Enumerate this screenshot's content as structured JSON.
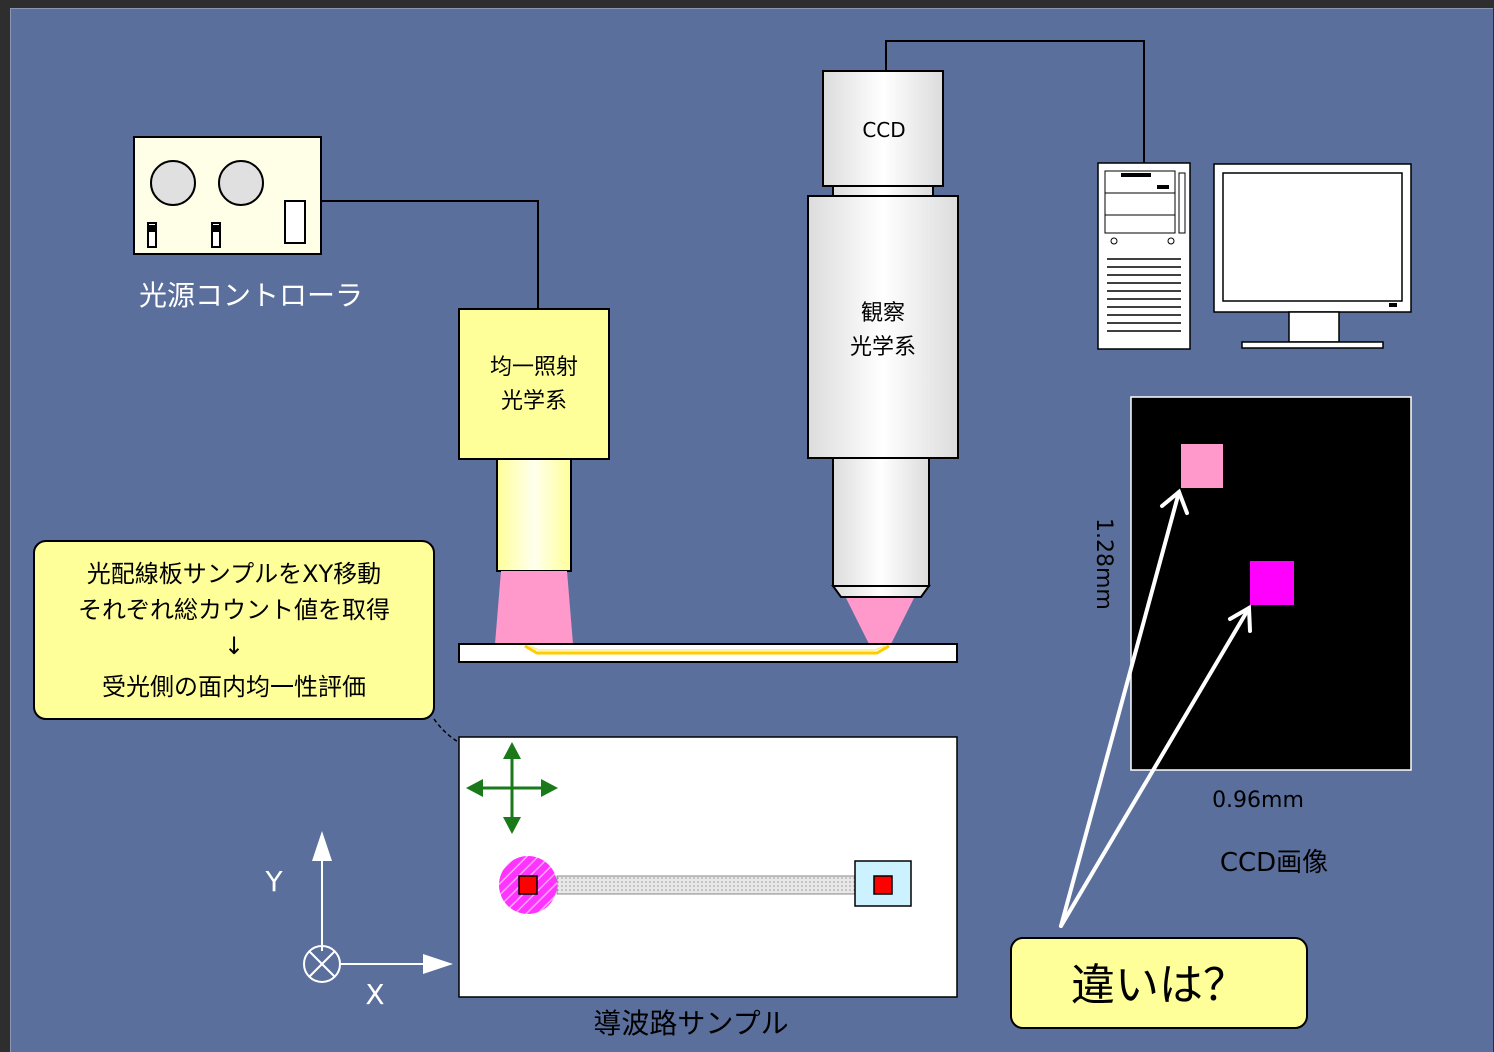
{
  "light_controller": {
    "label": "光源コントローラ"
  },
  "illumination_optics": {
    "line1": "均一照射",
    "line2": "光学系"
  },
  "ccd": {
    "label": "CCD"
  },
  "observation_optics": {
    "line1": "観察",
    "line2": "光学系"
  },
  "callout": {
    "line1": "光配線板サンプルをXY移動",
    "line2": "それぞれ総カウント値を取得",
    "arrow": "↓",
    "line3": "受光側の面内均一性評価"
  },
  "axes": {
    "y": "Y",
    "x": "X"
  },
  "waveguide_sample": {
    "label": "導波路サンプル"
  },
  "ccd_image": {
    "height_label": "1.28mm",
    "width_label": "0.96mm",
    "caption": "CCD画像"
  },
  "question": {
    "label": "違いは？"
  },
  "colors": {
    "background": "#5b6f9c",
    "callout_fill": "#ffff99",
    "beam_pink": "#ff99cc",
    "spot_magenta": "#ff00ff",
    "spot_pink": "#ff99cc",
    "stage_arrow_green": "#1a7a1a"
  }
}
